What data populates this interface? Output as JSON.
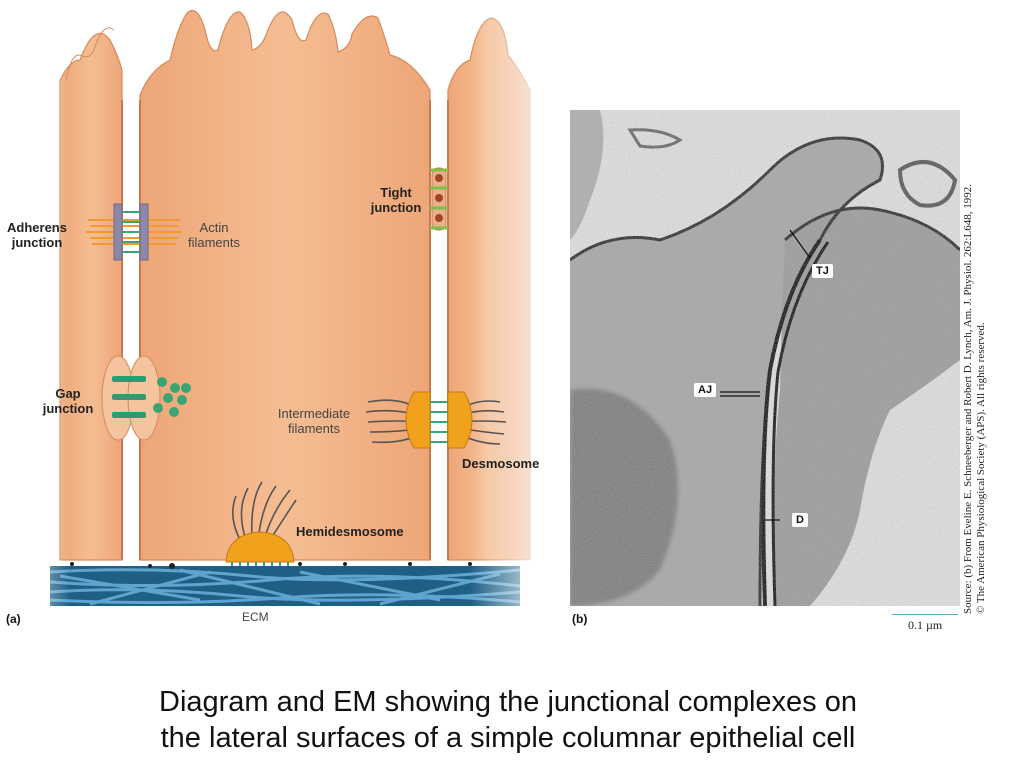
{
  "diagram": {
    "panel_letter": "(a)",
    "labels": {
      "adherens_1": "Adherens",
      "adherens_2": "junction",
      "actin_1": "Actin",
      "actin_2": "filaments",
      "tight_1": "Tight",
      "tight_2": "junction",
      "gap_1": "Gap",
      "gap_2": "junction",
      "intermediate_1": "Intermediate",
      "intermediate_2": "filaments",
      "desmosome": "Desmosome",
      "hemidesmosome": "Hemidesmosome",
      "ecm": "ECM"
    },
    "colors": {
      "cell": "#f2b58a",
      "cell_shadow": "#e39a6c",
      "ecm": "#2f6e93",
      "junction_green": "#3aa573",
      "plaque_orange": "#f0a21c"
    }
  },
  "micrograph": {
    "panel_letter": "(b)",
    "tags": {
      "tj": "TJ",
      "aj": "AJ",
      "d": "D"
    },
    "scale_label": "0.1 µm",
    "source_line1": "Source: (b) From Eveline E. Schneeberger and Robert D. Lynch, Am. J. Physiol. 262:L648, 1992.",
    "source_line2": "© The American Physiological Society (APS). All rights reserved."
  },
  "caption": {
    "line1": "Diagram and EM showing the junctional complexes on",
    "line2": "the lateral surfaces of a simple columnar epithelial cell"
  }
}
